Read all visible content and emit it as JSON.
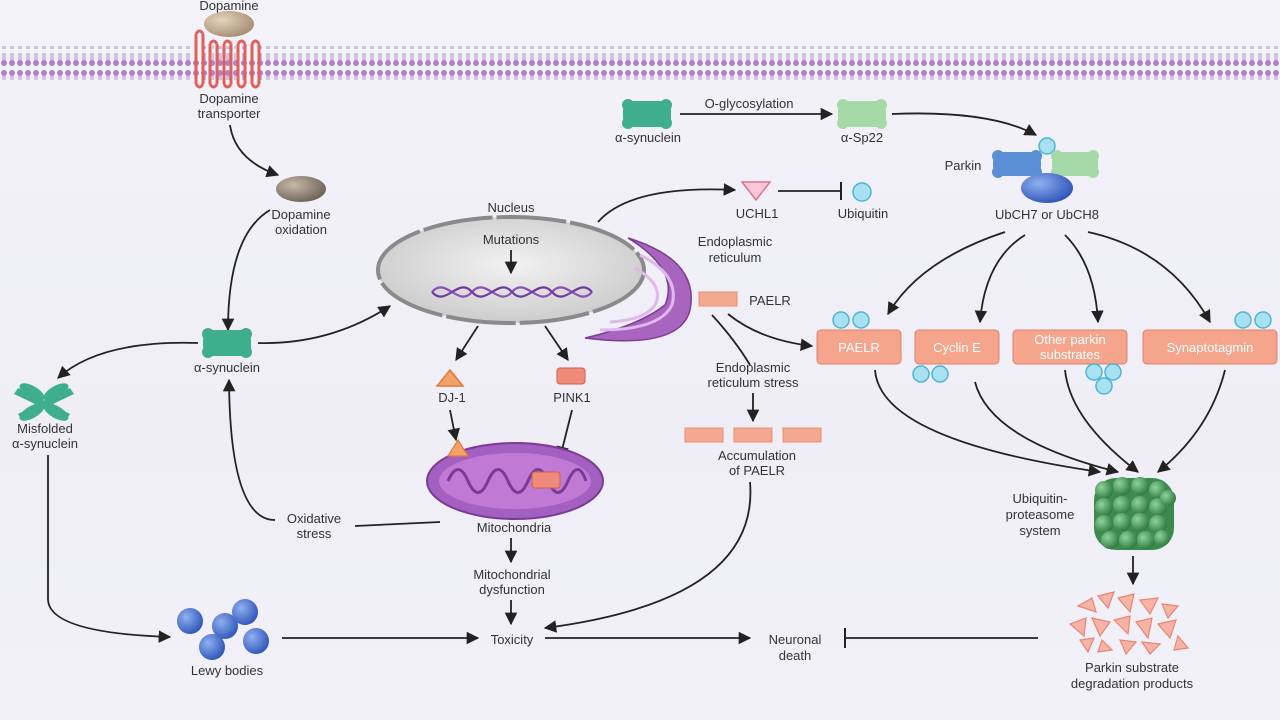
{
  "labels": {
    "dopamine": "Dopamine",
    "dopamine_transporter_1": "Dopamine",
    "dopamine_transporter_2": "transporter",
    "dopamine_oxidation_1": "Dopamine",
    "dopamine_oxidation_2": "oxidation",
    "alpha_synuclein_left": "α-synuclein",
    "misfolded_1": "Misfolded",
    "misfolded_2": "α-synuclein",
    "oxidative_1": "Oxidative",
    "oxidative_2": "stress",
    "lewy_bodies": "Lewy bodies",
    "nucleus": "Nucleus",
    "mutations": "Mutations",
    "er_1": "Endoplasmic",
    "er_2": "reticulum",
    "dj1": "DJ-1",
    "pink1": "PINK1",
    "mitochondria": "Mitochondria",
    "mito_dys_1": "Mitochondrial",
    "mito_dys_2": "dysfunction",
    "toxicity": "Toxicity",
    "neuronal_1": "Neuronal",
    "neuronal_2": "death",
    "paelr_small": "PAELR",
    "er_stress_1": "Endoplasmic",
    "er_stress_2": "reticulum stress",
    "accum_1": "Accumulation",
    "accum_2": "of PAELR",
    "uchl1": "UCHL1",
    "ubiquitin": "Ubiquitin",
    "alpha_synuclein_top": "α-synuclein",
    "o_glyco": "O-glycosylation",
    "alpha_sp22": "α-Sp22",
    "parkin": "Parkin",
    "ubch": "UbCH7 or UbCH8",
    "box_paelr": "PAELR",
    "box_cyclin": "Cyclin E",
    "box_other_1": "Other parkin",
    "box_other_2": "substrates",
    "box_synapto": "Synaptotagmin",
    "ups_1": "Ubiquitin-",
    "ups_2": "proteasome",
    "ups_3": "system",
    "deg_1": "Parkin substrate",
    "deg_2": "degradation products"
  },
  "colors": {
    "membrane": "#9b6fb3",
    "transporter": "#e0605a",
    "alpha_syn": "#3fae8c",
    "parkin_blue": "#5a8fd6",
    "ubiquitin": "#7fd3ea",
    "paelr_fill": "#f2a98f",
    "paelr_box": "#f4a58c",
    "mito": "#9a5ab0",
    "lewy": "#3f63c2",
    "ups": "#3d8a4f",
    "deg": "#f29a8a"
  }
}
